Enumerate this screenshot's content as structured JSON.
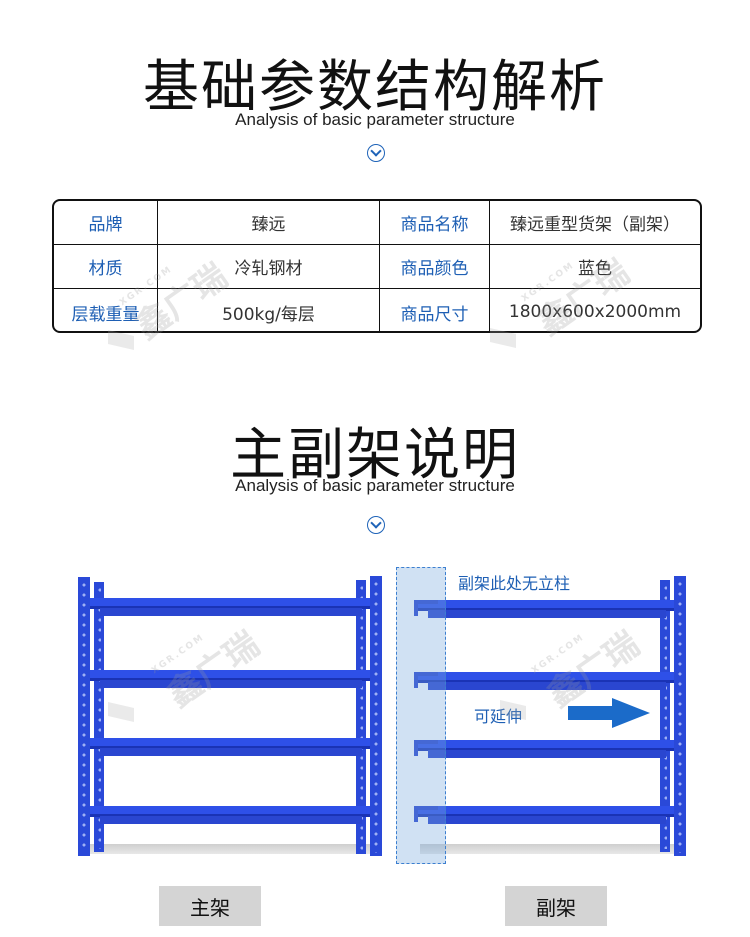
{
  "section1": {
    "title": "基础参数结构解析",
    "subtitle": "Analysis of basic parameter structure"
  },
  "params": [
    {
      "key": "品牌",
      "value": "臻远",
      "key2": "商品名称",
      "value2": "臻远重型货架（副架）"
    },
    {
      "key": "材质",
      "value": "冷轧钢材",
      "key2": "商品颜色",
      "value2": "蓝色"
    },
    {
      "key": "层载重量",
      "value": "500kg/每层",
      "key2": "商品尺寸",
      "value2": "1800x600x2000mm"
    }
  ],
  "section2": {
    "title": "主副架说明",
    "subtitle": "Analysis of basic parameter structure"
  },
  "notes": {
    "no_post": "副架此处无立柱",
    "extendable": "可延伸"
  },
  "labels": {
    "main_rack": "主架",
    "aux_rack": "副架"
  },
  "watermark": {
    "brand": "鑫广瑞",
    "site": "XGR.COM"
  },
  "colors": {
    "accent": "#1e5fb4",
    "rack_blue": "#2a49d8",
    "arrow": "#1b6bc9",
    "label_bg": "#d4d4d4"
  }
}
